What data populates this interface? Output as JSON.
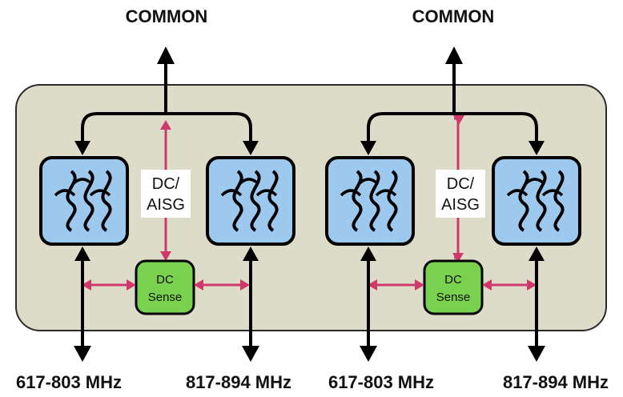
{
  "colors": {
    "enclosure_fill": "#dcdcc9",
    "enclosure_stroke": "#2b2b2b",
    "filter_fill": "#9ec9ee",
    "dc_sense_fill": "#79d24f",
    "rf_line": "#000000",
    "dc_line": "#d0386b"
  },
  "icons": {
    "filter": "bandpass-filter-wave-icon"
  },
  "labels": {
    "common_left": "COMMON",
    "common_right": "COMMON",
    "dc_aisg_left_line1": "DC/",
    "dc_aisg_left_line2": "AISG",
    "dc_aisg_right_line1": "DC/",
    "dc_aisg_right_line2": "AISG",
    "dc_sense_left_line1": "DC",
    "dc_sense_left_line2": "Sense",
    "dc_sense_right_line1": "DC",
    "dc_sense_right_line2": "Sense",
    "port_1": "617-803 MHz",
    "port_2": "817-894 MHz",
    "port_3": "617-803 MHz",
    "port_4": "817-894 MHz"
  }
}
